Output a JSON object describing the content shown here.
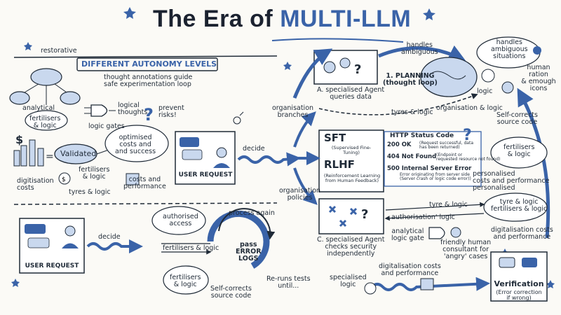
{
  "title": {
    "prefix": "The Era of ",
    "accent": "MULTI-LLM"
  },
  "left_panel": {
    "restorative": "restorative",
    "heading": "DIFFERENT AUTONOMY LEVELS",
    "thought_note": "thought annotations guide\nsafe experimentation loop",
    "analytical": "analytical",
    "fertilisers_logic": "fertilisers\n& logic",
    "logical_thoughts": "logical\nthoughts",
    "prevent_risks": "prevent\nrisks!",
    "logic_gates": "logic gates",
    "validated": "Validated",
    "optimised": "optimised\ncosts and\nand success",
    "fertilisers_logic_2": "fertilisers\n& logic",
    "costs_perf": "costs and\nperformance",
    "digitisation": "digitisation\ncosts",
    "tyres_logic": "tyres & logic",
    "user_request": "USER REQUEST",
    "decide": "decide"
  },
  "bottom_left": {
    "user_request": "USER REQUEST",
    "decide": "decide",
    "authorised_access": "authorised\naccess",
    "fertilisers_logic": "fertilisers & logic",
    "fertilisers_logic_cloud": "fertilisers\n& logic",
    "process_again": "process again",
    "pass_error_logs": "pass\nERROR\nLOGS",
    "self_corrects": "Self-corrects\nsource code",
    "reruns": "Re-runs tests\nuntil..."
  },
  "planning": {
    "handles_ambiguous": "handles\nambiguous",
    "handles_ambiguous_situations": "handles\nambiguous\nsituations",
    "planning_label": "1. PLANNING\n(thought loop)",
    "logic": "logic",
    "human_ration": "human ration\n& emough\nicons",
    "agent_a": "A. specialised Agent\nqueries data",
    "tyres_logic": "tyres & logic",
    "organisation_logic": "organisation & logic",
    "organisation_branches": "organisation\nbranches",
    "self_corrects": "Self-corrects\nsource code"
  },
  "sft": {
    "sft": "SFT",
    "sft_sub": "(Supervised Fine-\nTuning)",
    "rlhf": "RLHF",
    "rlhf_sub": "(Reinforcement Learning\nfrom Human Feedback)",
    "http_title": "HTTP Status Code",
    "codes": [
      {
        "code": "200 OK",
        "desc": "(Request successful, data\nhas been returned)"
      },
      {
        "code": "404 Not Found",
        "desc": "(Endpoint or\nrequested resource not found)"
      },
      {
        "code": "500 Internal Server Error",
        "desc": "Error originating from server side\n(Server crash or logic code error))"
      }
    ],
    "fertilisers_logic": "fertilisers\n& logic",
    "personalised": "personalised\ncosts and performance\npersonalised"
  },
  "agent_c": {
    "organisation_policies": "organisation\npolicies",
    "label": "C. specialised Agent\nchecks security\nindependently",
    "tyre_logic": "tyre & logic",
    "authorisation_logic": "authorisation' logic",
    "tyre_logic_cloud": "tyre & logic\nfertilisers & logic",
    "analytical_gate": "analytical\nlogic gate",
    "friendly_human": "friendly human\nconsultant for\n'angry' cases",
    "digitalisation_1": "digitalisation costs\nand performance",
    "specialised_logic": "specialised\nlogic",
    "digitalisation_2": "digitalisation costs\nand performance",
    "verification": "Verification",
    "verification_sub": "(Error correction\nif wrong)"
  },
  "colors": {
    "ink": "#1f2a37",
    "accent": "#3a63a8",
    "light_blue": "#c9d8ee",
    "paper": "#fbfaf6"
  }
}
